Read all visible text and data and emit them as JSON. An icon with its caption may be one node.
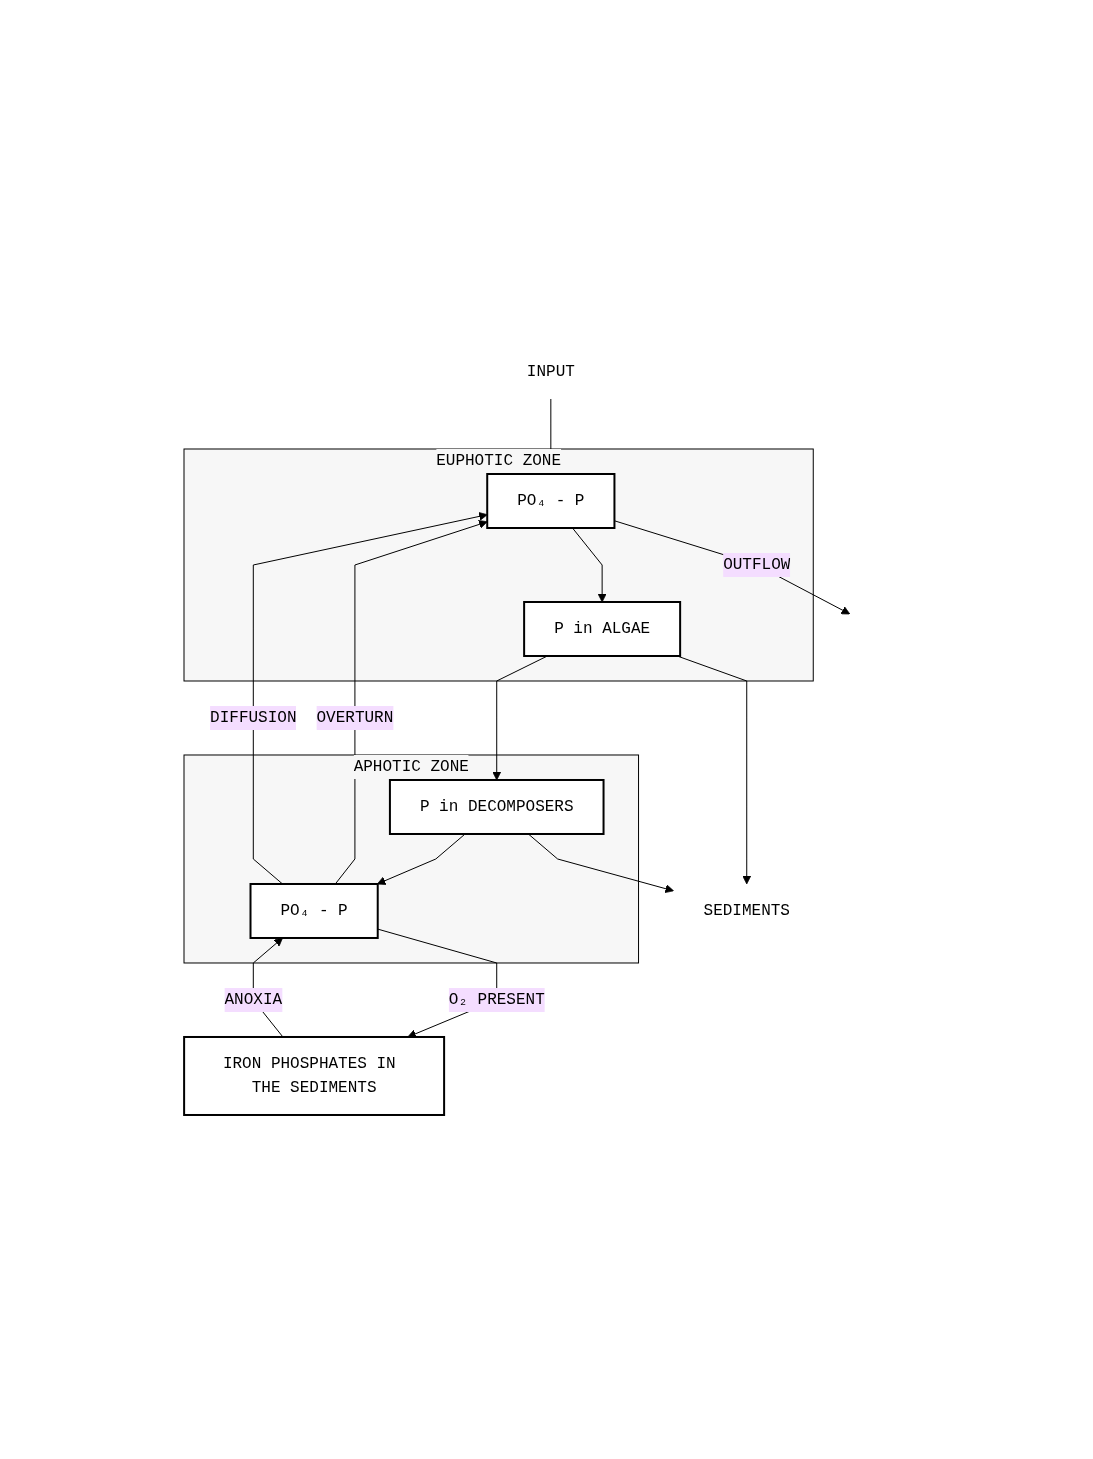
{
  "diagram": {
    "nodes": [
      {
        "text": [
          "INPUT"
        ]
      },
      {
        "text": [
          "EUPHOTIC ZONE"
        ]
      },
      {
        "text": [
          "PO₄ - P"
        ],
        "in": 1
      },
      {
        "text": [
          "P in ALGAE"
        ],
        "in": 1
      },
      {
        "text": [
          "APHOTIC ZONE"
        ]
      },
      {
        "text": [
          "PO₄ - P"
        ],
        "in": 4
      },
      {
        "text": [
          "P in DECOMPOSERS"
        ],
        "in": 4
      },
      {
        "text": [
          "IRON PHOSPHATES IN THE SEDIMENTS"
        ]
      },
      {
        "text": [
          "SEDIMENTS"
        ]
      }
    ],
    "edges": [
      {
        "from": 0,
        "to": 2,
        "arrow": "to"
      },
      {
        "from": 2,
        "to": null,
        "arrow": "to",
        "label": "OUTFLOW"
      },
      {
        "from": 2,
        "to": 3,
        "arrow": "to"
      },
      {
        "from": 3,
        "to": 6,
        "arrow": "to"
      },
      {
        "from": 3,
        "to": 8,
        "arrow": "to"
      },
      {
        "from": 6,
        "to": 5,
        "arrow": "to"
      },
      {
        "from": 6,
        "to": 8,
        "arrow": "to"
      },
      {
        "from": 5,
        "to": 2,
        "arrow": "to",
        "label": "OVERTURN"
      },
      {
        "from": 5,
        "to": 2,
        "arrow": "to",
        "label": "DIFFUSION"
      },
      {
        "from": 7,
        "to": 5,
        "arrow": "to",
        "label": "ANOXIA"
      },
      {
        "from": 5,
        "to": 7,
        "arrow": "to",
        "label": "O₂ PRESENT"
      }
    ]
  }
}
